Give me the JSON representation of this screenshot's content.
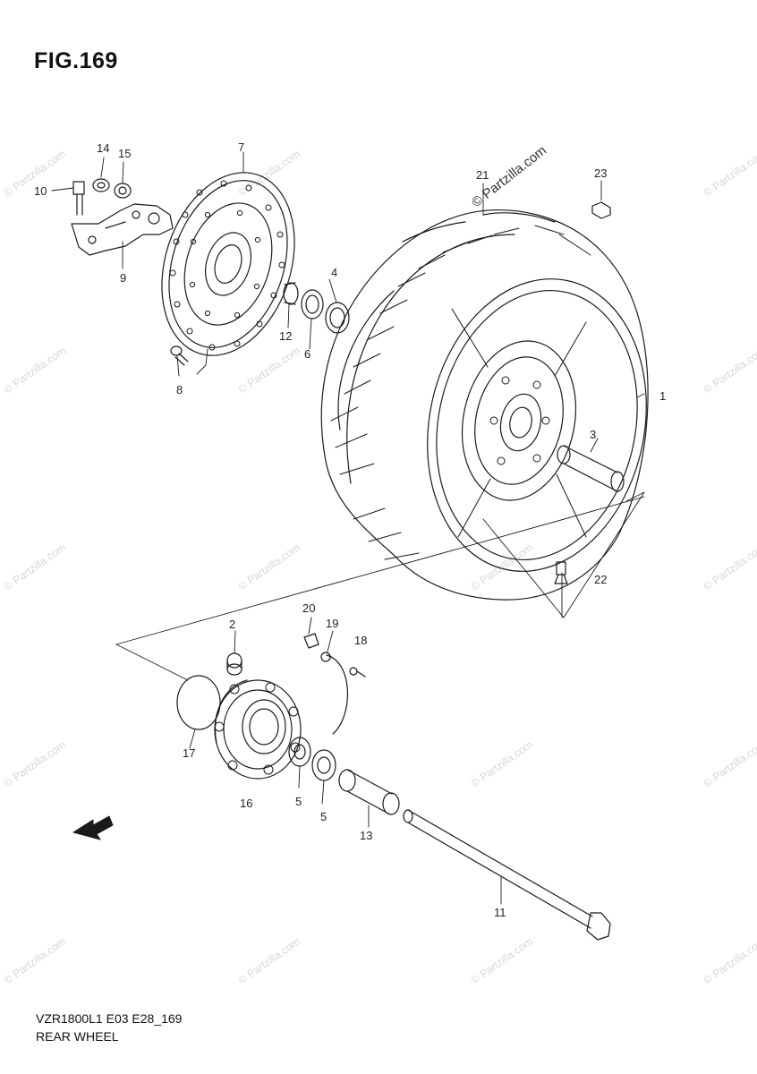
{
  "figure": {
    "title": "FIG.169",
    "model_code": "VZR1800L1 E03 E28_169",
    "name": "REAR WHEEL"
  },
  "watermark": {
    "text": "© Partzilla.com"
  },
  "callouts": {
    "c1": "1",
    "c2": "2",
    "c3": "3",
    "c4": "4",
    "c5a": "5",
    "c5b": "5",
    "c6": "6",
    "c7": "7",
    "c8": "8",
    "c9": "9",
    "c10": "10",
    "c11": "11",
    "c12": "12",
    "c13": "13",
    "c14": "14",
    "c15": "15",
    "c16": "16",
    "c17": "17",
    "c18": "18",
    "c19": "19",
    "c20": "20",
    "c21": "21",
    "c22": "22",
    "c23": "23"
  },
  "colors": {
    "line": "#1a1a1a",
    "watermark": "#d6d6d6",
    "background": "#ffffff"
  },
  "icons": {
    "front_arrow": "fwd-arrow-icon"
  }
}
